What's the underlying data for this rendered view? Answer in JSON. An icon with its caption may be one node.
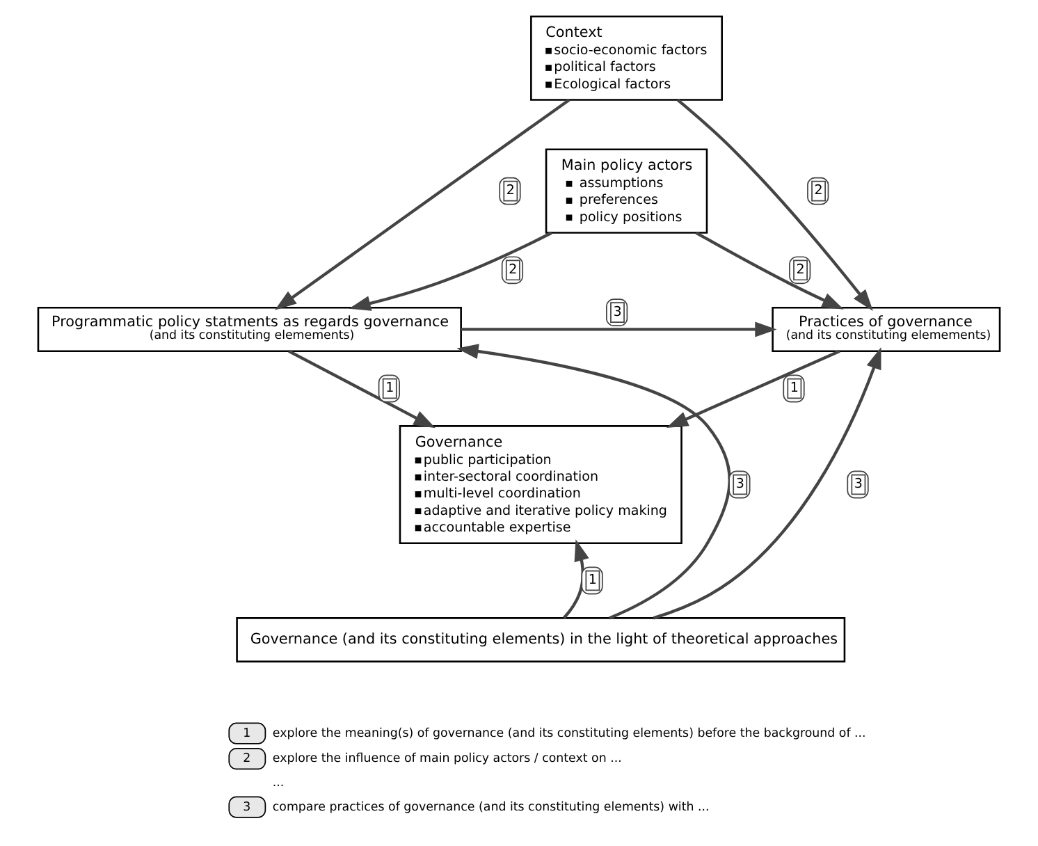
{
  "diagram": {
    "nodes": [
      {
        "text": [
          "Context",
          "socio-economic factors",
          "political factors",
          "Ecological factors"
        ]
      },
      {
        "text": [
          "Main policy actors",
          "assumptions",
          "preferences",
          "policy positions"
        ]
      },
      {
        "text": [
          "Programmatic policy statments as regards governance",
          "(and its constituting elemements)"
        ]
      },
      {
        "text": [
          "Practices of governance",
          "(and its constituting elemements)"
        ]
      },
      {
        "text": [
          "Governance",
          "public participation",
          "inter-sectoral coordination",
          "multi-level coordination",
          "adaptive and iterative policy making",
          "accountable expertise"
        ]
      },
      {
        "text": [
          "Governance (and its constituting elements) in the light of theoretical approaches"
        ]
      }
    ],
    "edges": [
      {
        "from": 0,
        "to": 2,
        "arrow": "to",
        "label": "2"
      },
      {
        "from": 1,
        "to": 2,
        "arrow": "to",
        "label": "2"
      },
      {
        "from": 0,
        "to": 3,
        "arrow": "to",
        "label": "2"
      },
      {
        "from": 1,
        "to": 3,
        "arrow": "to",
        "label": "2"
      },
      {
        "from": 2,
        "to": 3,
        "arrow": "to",
        "label": "3"
      },
      {
        "from": 2,
        "to": 4,
        "arrow": "to",
        "label": "1"
      },
      {
        "from": 3,
        "to": 4,
        "arrow": "to",
        "label": "1"
      },
      {
        "from": 5,
        "to": 4,
        "arrow": "to",
        "label": "1"
      },
      {
        "from": 5,
        "to": 2,
        "arrow": "to",
        "label": "3"
      },
      {
        "from": 5,
        "to": 3,
        "arrow": "to",
        "label": "3"
      }
    ],
    "labels": [
      "1",
      "2",
      "...",
      "3"
    ],
    "legend": [
      {
        "text": "explore the meaning(s) of governance (and its constituting elements) before the background of ..."
      },
      {
        "text": "explore the influence of main policy actors / context on ..."
      },
      {
        "text": "compare practices of governance (and its constituting elements) with ..."
      }
    ]
  }
}
